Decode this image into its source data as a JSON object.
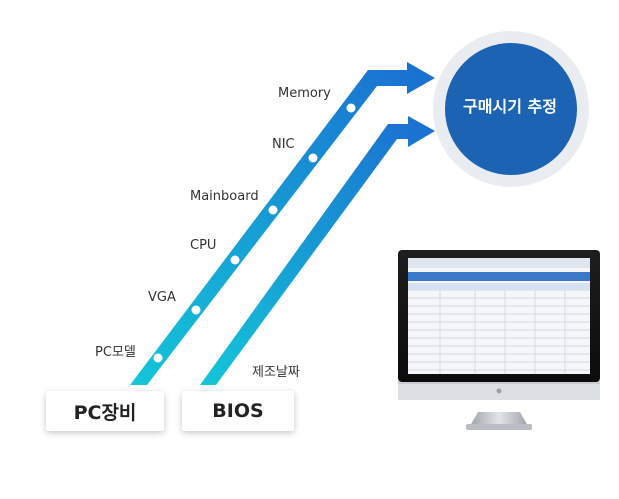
{
  "labels": {
    "memory": "Memory",
    "nic": "NIC",
    "mainboard": "Mainboard",
    "cpu": "CPU",
    "vga": "VGA",
    "pc_model": "PC모델",
    "manufacture_date": "제조날짜"
  },
  "boxes": {
    "pc_equipment": "PC장비",
    "bios": "BIOS"
  },
  "target": {
    "label": "구매시기 추정"
  },
  "colors": {
    "arrow_start": "#14c6d8",
    "arrow_end": "#1a6fd1",
    "circle": "#1d63b4",
    "circle_ring": "#e9ecf1"
  }
}
